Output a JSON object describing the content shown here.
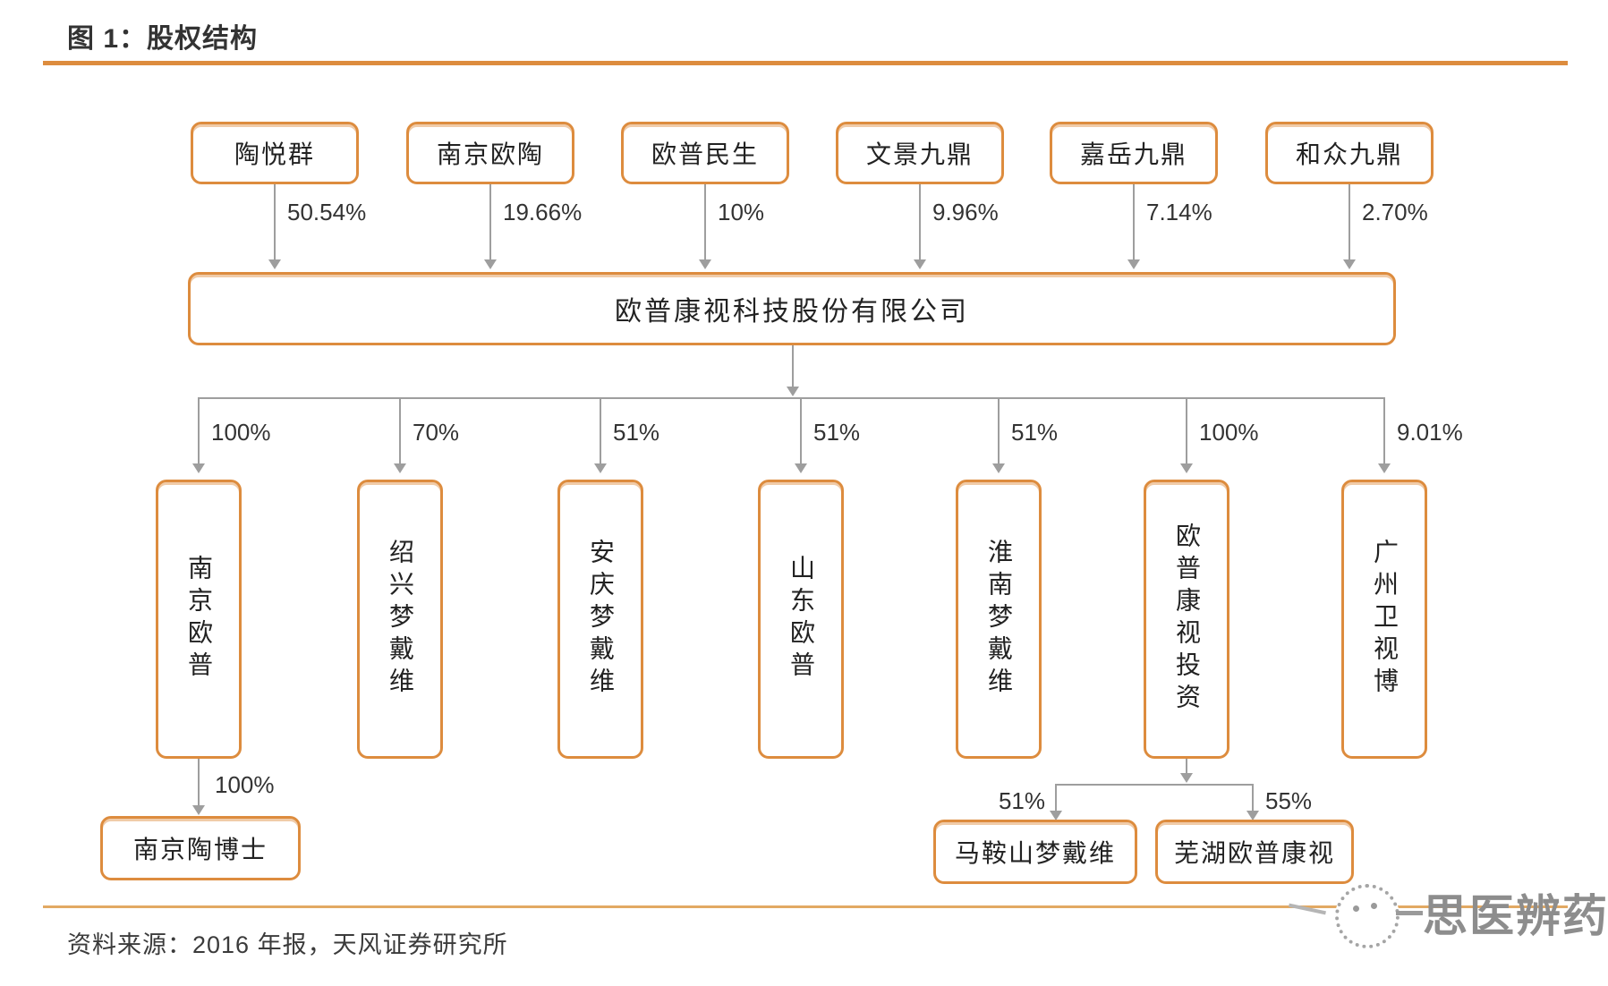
{
  "figure": {
    "title": "图 1：股权结构",
    "source": "资料来源：2016 年报，天风证券研究所",
    "watermark": "思医辨药"
  },
  "colors": {
    "accent": "#DD8C3E",
    "connector_line": "#9E9E9E",
    "bottom_rule": "#E2A963",
    "watermark_text": "#8D8D8D"
  },
  "company": {
    "name": "欧普康视科技股份有限公司"
  },
  "shareholders": [
    {
      "name": "陶悦群",
      "pct": "50.54%"
    },
    {
      "name": "南京欧陶",
      "pct": "19.66%"
    },
    {
      "name": "欧普民生",
      "pct": "10%"
    },
    {
      "name": "文景九鼎",
      "pct": "9.96%"
    },
    {
      "name": "嘉岳九鼎",
      "pct": "7.14%"
    },
    {
      "name": "和众九鼎",
      "pct": "2.70%"
    }
  ],
  "subsidiaries": [
    {
      "name": "南京欧普",
      "pct": "100%"
    },
    {
      "name": "绍兴梦戴维",
      "pct": "70%"
    },
    {
      "name": "安庆梦戴维",
      "pct": "51%"
    },
    {
      "name": "山东欧普",
      "pct": "51%"
    },
    {
      "name": "淮南梦戴维",
      "pct": "51%"
    },
    {
      "name": "欧普康视投资",
      "pct": "100%"
    },
    {
      "name": "广州卫视博",
      "pct": "9.01%"
    }
  ],
  "second_level": {
    "nanjing_child": {
      "name": "南京陶博士",
      "pct": "100%"
    },
    "invest_children": [
      {
        "name": "马鞍山梦戴维",
        "pct": "51%"
      },
      {
        "name": "芜湖欧普康视",
        "pct": "55%"
      }
    ]
  }
}
